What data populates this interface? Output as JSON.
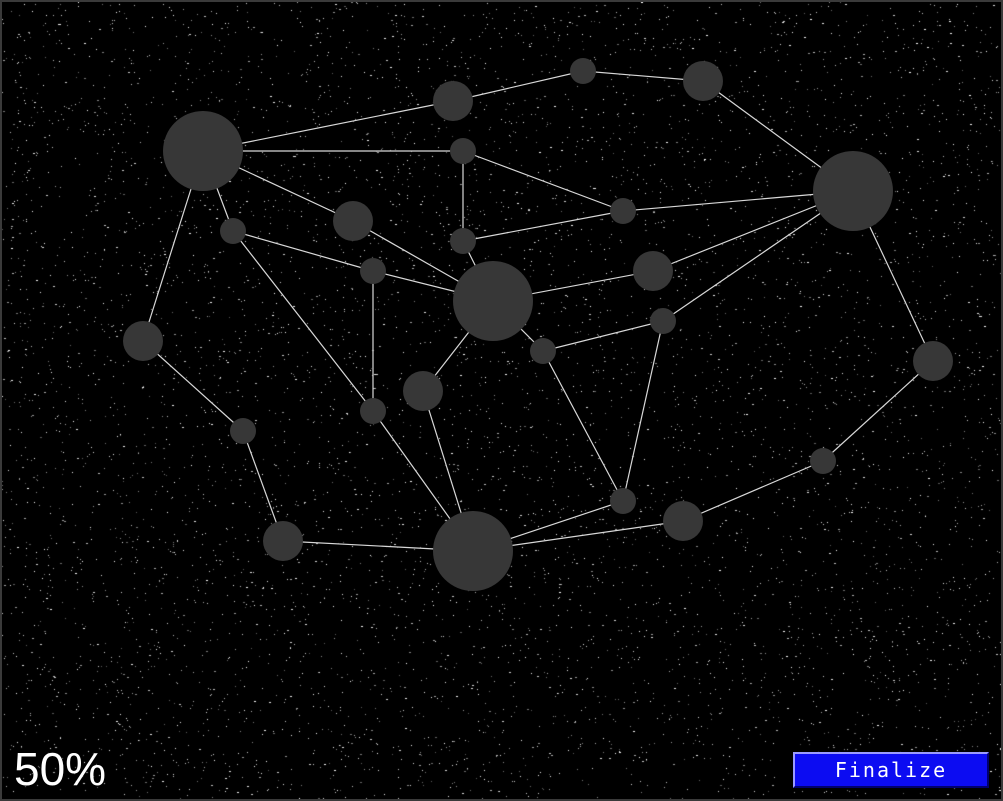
{
  "game": {
    "progress_text": "50%",
    "progress": 0.5,
    "finalize_label": "Finalize",
    "colors": {
      "background": "#000000",
      "node": "#373737",
      "edge": "#d8d8d8",
      "button": "#0c0cf2",
      "text": "#ffffff"
    }
  }
}
